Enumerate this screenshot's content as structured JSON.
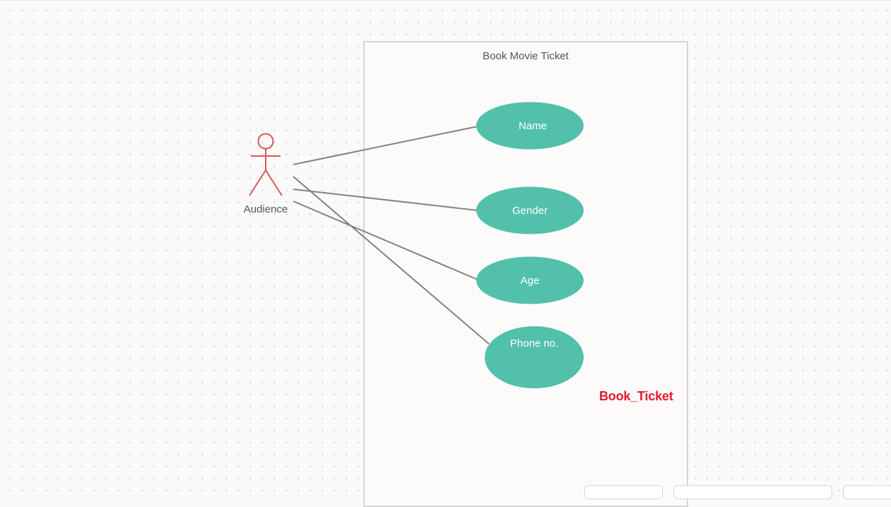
{
  "diagram": {
    "type": "use-case",
    "system": {
      "title": "Book Movie Ticket"
    },
    "actor": {
      "label": "Audience",
      "icon": "stick-figure-icon",
      "color": "#e05555"
    },
    "use_cases": [
      {
        "id": "name",
        "label": "Name"
      },
      {
        "id": "gender",
        "label": "Gender"
      },
      {
        "id": "age",
        "label": "Age"
      },
      {
        "id": "phone",
        "label": "Phone no."
      }
    ],
    "associations": [
      {
        "from": "actor",
        "to": "name"
      },
      {
        "from": "actor",
        "to": "gender"
      },
      {
        "from": "actor",
        "to": "age"
      },
      {
        "from": "actor",
        "to": "phone"
      }
    ],
    "annotation": "Book_Ticket",
    "colors": {
      "use_case_fill": "#52c0aa",
      "connector": "#828282",
      "annotation": "#e8192c"
    }
  }
}
